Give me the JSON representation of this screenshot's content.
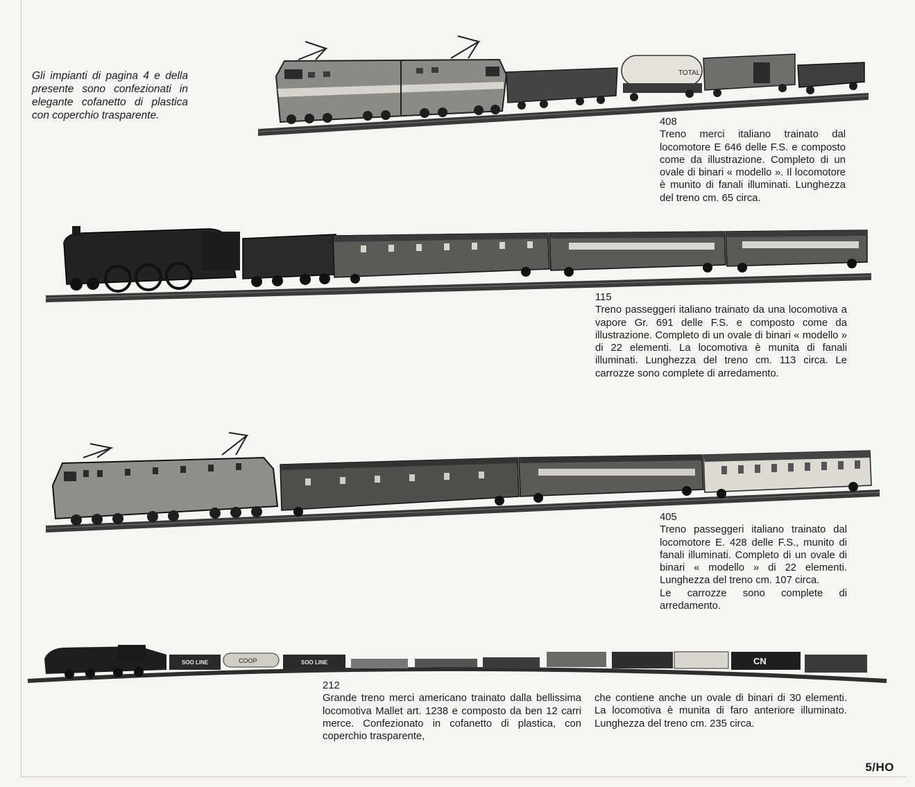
{
  "intro_text": "Gli impianti di pagina 4 e della presente sono confezionati in elegante cofanetto di plastica con coperchio trasparente.",
  "products": [
    {
      "number": "408",
      "description": "Treno merci italiano trainato dal locomotore E 646 delle F.S. e composto come da illustrazione. Completo di un ovale di binari « modello ». Il locomotore è munito di fanali illuminati. Lunghezza del treno cm. 65 circa."
    },
    {
      "number": "115",
      "description": "Treno passeggeri italiano trainato da una locomotiva a vapore Gr. 691 delle F.S. e composto come da illustrazione. Completo di un ovale di binari « modello » di 22 elementi. La locomotiva è munita di fanali illuminati. Lunghezza del treno cm. 113 circa. Le carrozze sono complete di arredamento."
    },
    {
      "number": "405",
      "description": "Treno passeggeri italiano trainato dal locomotore E. 428 delle F.S., munito di fanali illuminati. Completo di un ovale di binari « modello » di 22 elementi. Lunghezza del treno cm. 107 circa.\nLe carrozze sono complete di arredamento."
    },
    {
      "number": "212",
      "description_part1": "Grande treno merci americano trainato dalla bellissima locomotiva Mallet art. 1238 e composto da ben 12 carri merce. Confezionato in cofanetto di plastica, con coperchio trasparente,",
      "description_part2": "che contiene anche un ovale di binari di 30 elementi. La locomotiva è munita di faro anteriore illuminato. Lunghezza del treno cm. 235 circa."
    }
  ],
  "car_markings": {
    "tank_wagon": "TOTAL",
    "boxcar_1": "SOO LINE",
    "tank_car": "COOP",
    "boxcar_2": "SOO LINE",
    "boxcar_cn": "CN"
  },
  "page_number": "5/HO"
}
